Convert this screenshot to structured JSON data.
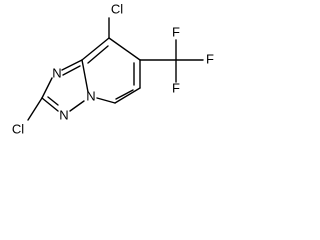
{
  "molecule": {
    "atoms": {
      "cl_top": "Cl",
      "cl_bottom": "Cl",
      "n_ring_left": "N",
      "n_ring_bottom": "N",
      "n_bridge": "N",
      "f_top": "F",
      "f_right": "F",
      "f_bottom": "F"
    }
  }
}
